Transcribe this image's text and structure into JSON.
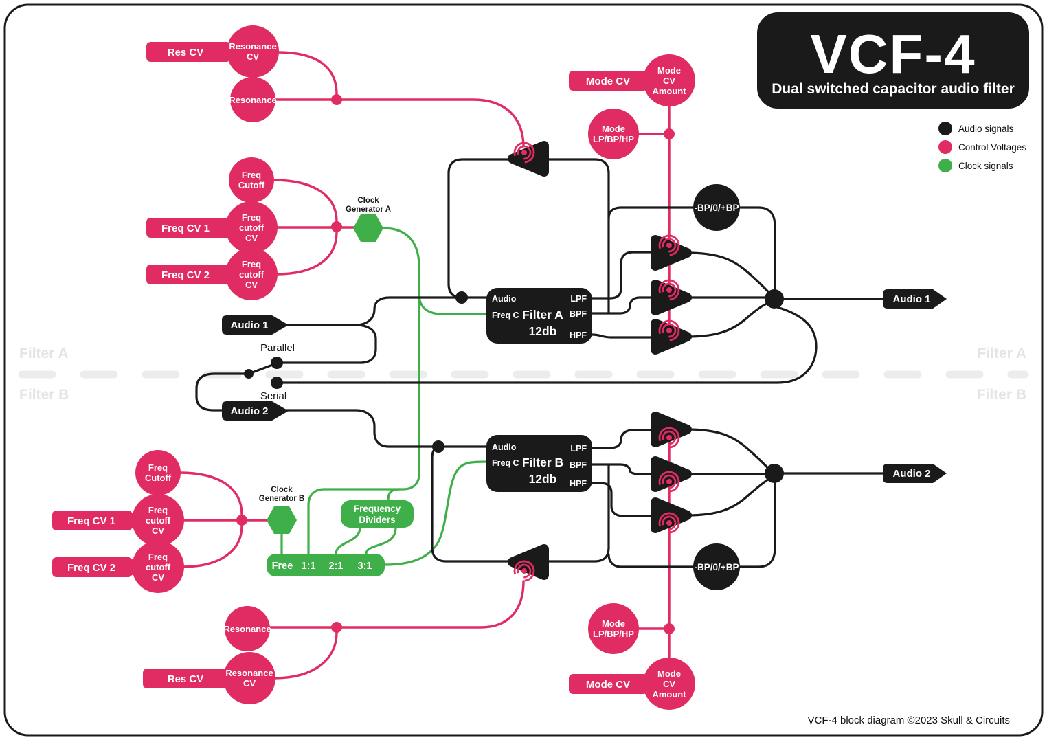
{
  "title": {
    "name": "VCF-4",
    "subtitle": "Dual switched capacitor audio filter"
  },
  "legend": {
    "audio": "Audio signals",
    "cv": "Control Voltages",
    "clock": "Clock signals"
  },
  "colors": {
    "audio_signal": "#1a1a1a",
    "control_voltage": "#E02C62",
    "clock_signal": "#3FAF4A"
  },
  "section_labels": {
    "filter_a": "Filter A",
    "filter_b": "Filter B"
  },
  "routing_switch": {
    "parallel": "Parallel",
    "serial": "Serial"
  },
  "io": {
    "audio1_in": "Audio 1",
    "audio2_in": "Audio 2",
    "audio1_out": "Audio 1",
    "audio2_out": "Audio 2"
  },
  "filter_a": {
    "tags": {
      "res_cv": "Res CV",
      "freq_cv1": "Freq CV 1",
      "freq_cv2": "Freq CV 2",
      "mode_cv": "Mode CV"
    },
    "knobs": {
      "resonance_cv": [
        "Resonance",
        "CV"
      ],
      "resonance": [
        "Resonance"
      ],
      "freq_cutoff": [
        "Freq",
        "Cutoff"
      ],
      "freq_cutoff_cv1": [
        "Freq",
        "cutoff",
        "CV"
      ],
      "freq_cutoff_cv2": [
        "Freq",
        "cutoff",
        "CV"
      ],
      "mode_cv_amount": [
        "Mode",
        "CV",
        "Amount"
      ],
      "mode_lp_bp_hp": [
        "Mode",
        "LP/BP/HP"
      ]
    },
    "clock_generator": [
      "Clock",
      "Generator A"
    ],
    "box": {
      "in_audio": "Audio",
      "in_freq": "Freq C",
      "name": "Filter A",
      "slope": "12db",
      "out_lpf": "LPF",
      "out_bpf": "BPF",
      "out_hpf": "HPF"
    },
    "polarizer": "-BP/0/+BP"
  },
  "filter_b": {
    "tags": {
      "res_cv": "Res CV",
      "freq_cv1": "Freq CV 1",
      "freq_cv2": "Freq CV 2",
      "mode_cv": "Mode CV"
    },
    "knobs": {
      "resonance_cv": [
        "Resonance",
        "CV"
      ],
      "resonance": [
        "Resonance"
      ],
      "freq_cutoff": [
        "Freq",
        "Cutoff"
      ],
      "freq_cutoff_cv1": [
        "Freq",
        "cutoff",
        "CV"
      ],
      "freq_cutoff_cv2": [
        "Freq",
        "cutoff",
        "CV"
      ],
      "mode_cv_amount": [
        "Mode",
        "CV",
        "Amount"
      ],
      "mode_lp_bp_hp": [
        "Mode",
        "LP/BP/HP"
      ]
    },
    "clock_generator": [
      "Clock",
      "Generator B"
    ],
    "box": {
      "in_audio": "Audio",
      "in_freq": "Freq C",
      "name": "Filter B",
      "slope": "12db",
      "out_lpf": "LPF",
      "out_bpf": "BPF",
      "out_hpf": "HPF"
    },
    "polarizer": "-BP/0/+BP"
  },
  "frequency_dividers": {
    "label": [
      "Frequency",
      "Dividers"
    ],
    "options": [
      "Free",
      "1:1",
      "2:1",
      "3:1"
    ]
  },
  "footer": "VCF-4 block diagram ©2023 Skull & Circuits"
}
